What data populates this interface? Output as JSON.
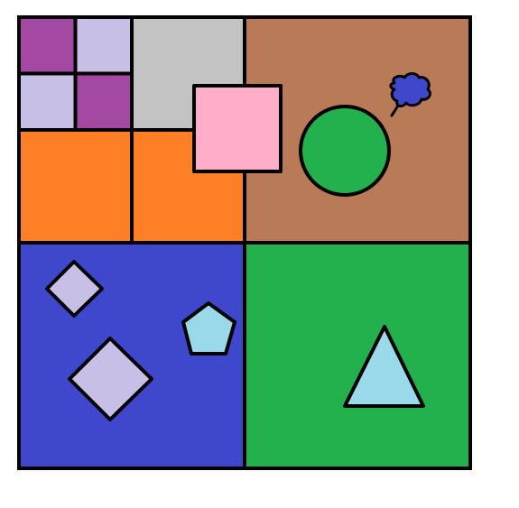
{
  "colors": {
    "background": "#ffffff",
    "outline": "#000000",
    "purple": "#a349a4",
    "lavender": "#c8bfe7",
    "gray": "#c3c3c3",
    "orange": "#ff7f27",
    "brown": "#b97a57",
    "pink": "#ffaec9",
    "green": "#22b14c",
    "blue": "#3f48cc",
    "light_blue": "#99d9ea"
  },
  "shapes": [
    {
      "name": "quadrant-top-left",
      "kind": "square",
      "color": "purple"
    },
    {
      "name": "quadrant-top-right",
      "kind": "square",
      "color": "brown"
    },
    {
      "name": "quadrant-bottom-left",
      "kind": "square",
      "color": "blue"
    },
    {
      "name": "quadrant-bottom-right",
      "kind": "square",
      "color": "green"
    },
    {
      "name": "purple-square-top-left",
      "kind": "square",
      "color": "purple"
    },
    {
      "name": "lavender-square-top-right",
      "kind": "square",
      "color": "lavender"
    },
    {
      "name": "lavender-square-bottom-left",
      "kind": "square",
      "color": "lavender"
    },
    {
      "name": "purple-square-bottom-right",
      "kind": "square",
      "color": "purple"
    },
    {
      "name": "gray-square",
      "kind": "square",
      "color": "gray"
    },
    {
      "name": "orange-square-left",
      "kind": "square",
      "color": "orange"
    },
    {
      "name": "orange-square-right",
      "kind": "square",
      "color": "orange"
    },
    {
      "name": "pink-l-shape",
      "kind": "polygon",
      "color": "pink"
    },
    {
      "name": "green-circle",
      "kind": "circle",
      "color": "green"
    },
    {
      "name": "blue-blob",
      "kind": "blob",
      "color": "blue"
    },
    {
      "name": "lavender-diamond-small",
      "kind": "diamond",
      "color": "lavender"
    },
    {
      "name": "lavender-diamond-large",
      "kind": "diamond",
      "color": "lavender"
    },
    {
      "name": "light-blue-pentagon",
      "kind": "pentagon",
      "color": "light_blue"
    },
    {
      "name": "light-blue-triangle",
      "kind": "triangle",
      "color": "light_blue"
    }
  ]
}
